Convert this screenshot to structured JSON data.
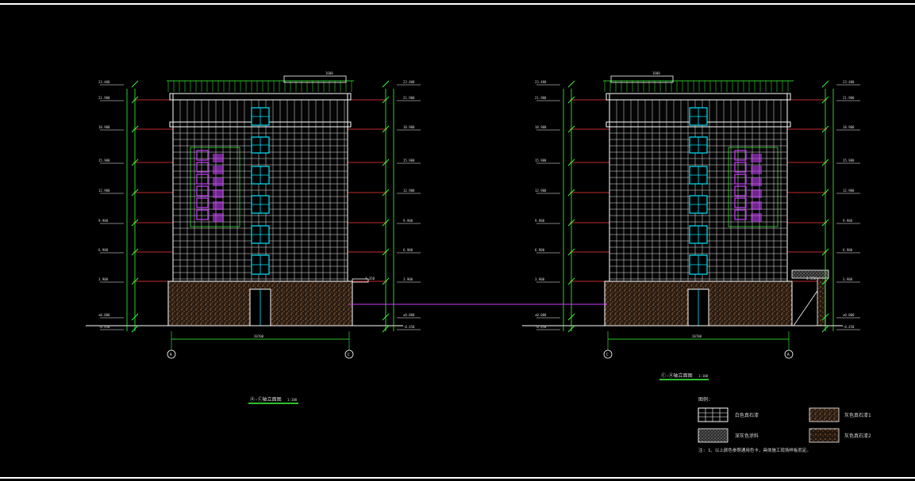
{
  "drawing": {
    "left_elevation": {
      "title": "Ⓐ-Ⓒ轴立面图",
      "scale": "1:100",
      "axis_start": "A",
      "axis_end": "C",
      "overall_dimension": "20700",
      "level_labels_left": [
        "23.400",
        "21.900",
        "18.900",
        "15.900",
        "12.900",
        "9.900",
        "6.900",
        "3.900",
        "±0.000",
        "-0.450"
      ],
      "level_labels_right": [
        "23.400",
        "21.900",
        "18.900",
        "15.900",
        "12.900",
        "9.900",
        "6.900",
        "3.900",
        "±0.000",
        "-0.450"
      ],
      "canopy_level": "4.350",
      "roof_dimension": "1600"
    },
    "right_elevation": {
      "title": "Ⓒ-Ⓐ轴立面图",
      "scale": "1:100",
      "axis_start": "C",
      "axis_end": "A",
      "overall_dimension": "20700",
      "level_labels_left": [
        "23.400",
        "21.900",
        "18.900",
        "15.900",
        "12.900",
        "9.900",
        "6.900",
        "3.900",
        "±0.000",
        "-0.450"
      ],
      "level_labels_right": [
        "23.400",
        "21.900",
        "18.900",
        "15.900",
        "12.900",
        "9.900",
        "6.900",
        "3.900",
        "±0.000",
        "-0.450"
      ],
      "canopy_level": "4.350",
      "roof_dimension": "1600"
    }
  },
  "legend": {
    "heading": "图例:",
    "items": [
      {
        "label": "白色真石漆",
        "pattern": "grid"
      },
      {
        "label": "灰色真石漆1",
        "pattern": "stone-brown"
      },
      {
        "label": "深灰色涂料",
        "pattern": "stone-gray"
      },
      {
        "label": "灰色真石漆2",
        "pattern": "stone-brown2"
      }
    ],
    "note": "注: 1、以上颜色参照通用色卡，具体施工现场样板而定。"
  },
  "colors": {
    "background": "#000000",
    "level_line": "#ff3a3a",
    "dimension": "#3cff3c",
    "facade_grid": "#ffffff",
    "window": "#00e5ff",
    "signage": "#c93cff",
    "title_underline": "#3cff3c",
    "frame": "#ffffff"
  }
}
